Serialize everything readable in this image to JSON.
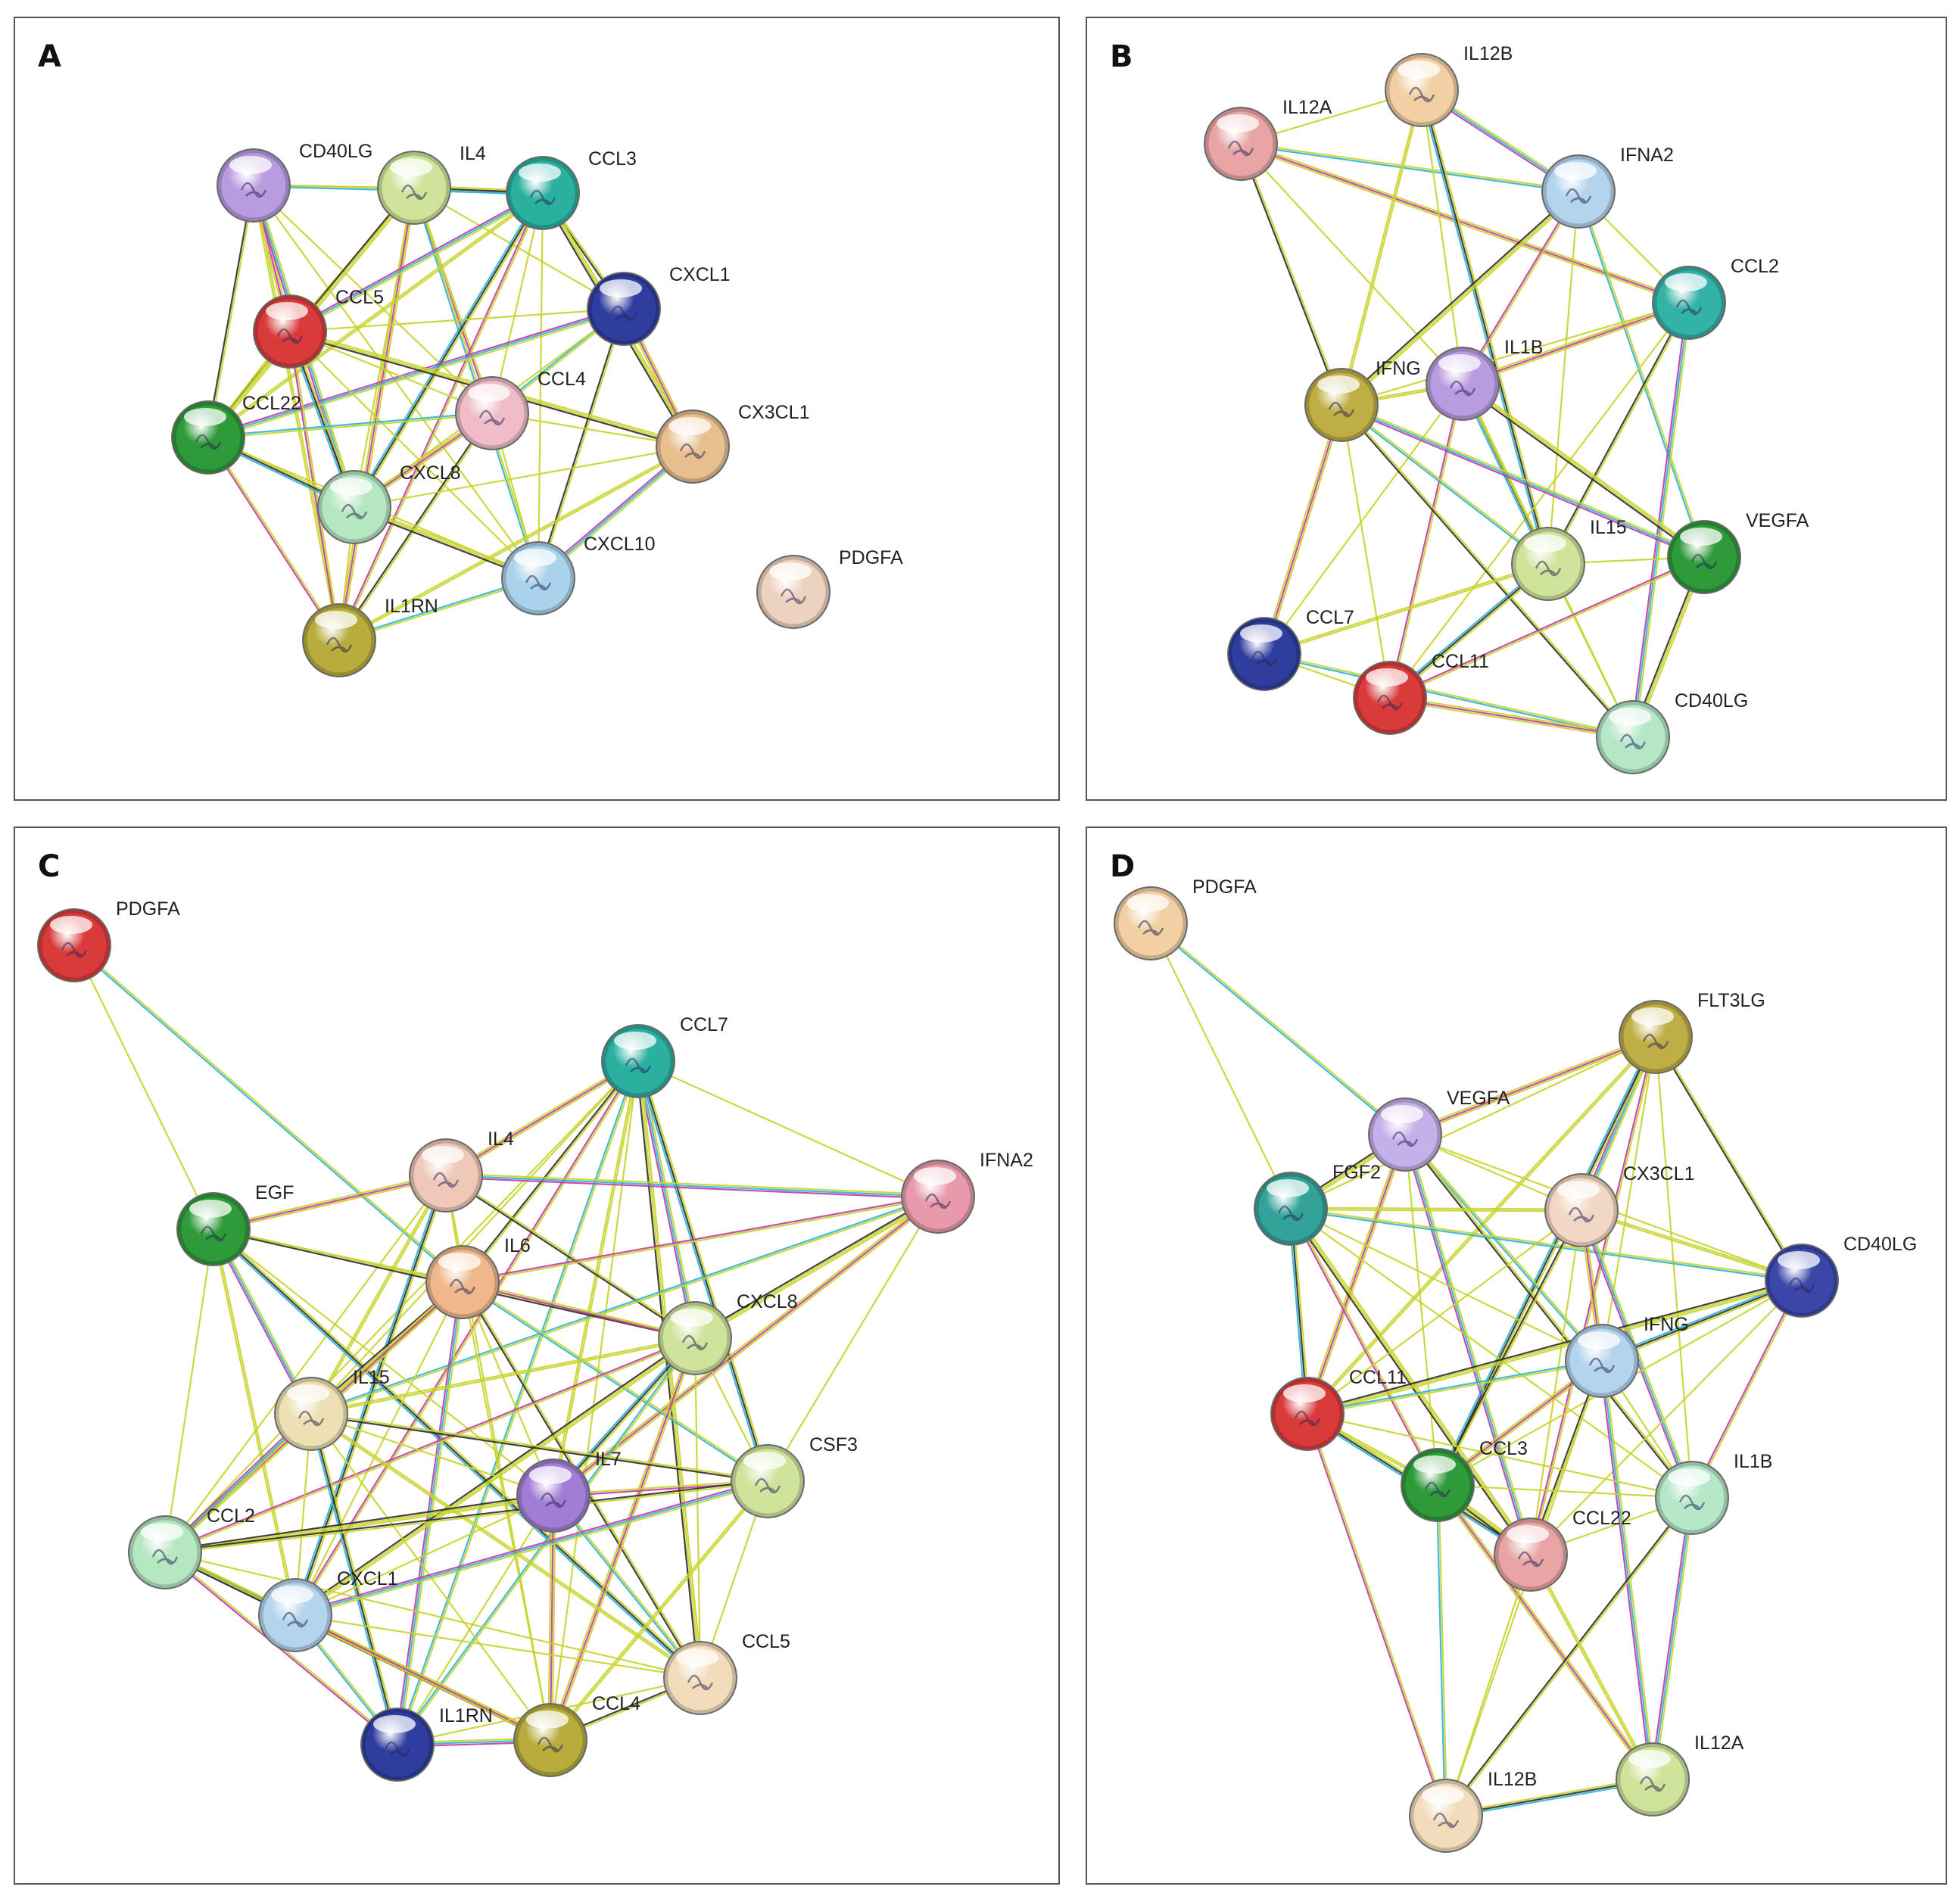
{
  "figure": {
    "panels": [
      {
        "id": "A",
        "letter": "A",
        "nodes": [
          {
            "name": "CD40LG",
            "color": "#b99be0"
          },
          {
            "name": "IL4",
            "color": "#cfe39a"
          },
          {
            "name": "CCL3",
            "color": "#2bb0a0"
          },
          {
            "name": "CXCL1",
            "color": "#2e3d9e"
          },
          {
            "name": "CCL5",
            "color": "#d93b3b"
          },
          {
            "name": "CCL4",
            "color": "#f0bcc8"
          },
          {
            "name": "CX3CL1",
            "color": "#e8c090"
          },
          {
            "name": "CCL22",
            "color": "#2e9a3a"
          },
          {
            "name": "CXCL8",
            "color": "#b5e8c0"
          },
          {
            "name": "CXCL10",
            "color": "#a9d2ec"
          },
          {
            "name": "IL1RN",
            "color": "#b8ac3c"
          },
          {
            "name": "PDGFA",
            "color": "#eed2c0"
          }
        ],
        "edges": [
          [
            "CD40LG",
            "IL4"
          ],
          [
            "CD40LG",
            "CCL3"
          ],
          [
            "CD40LG",
            "CCL5"
          ],
          [
            "CD40LG",
            "CCL4"
          ],
          [
            "CD40LG",
            "CCL22"
          ],
          [
            "CD40LG",
            "CXCL8"
          ],
          [
            "CD40LG",
            "CXCL10"
          ],
          [
            "CD40LG",
            "IL1RN"
          ],
          [
            "IL4",
            "CCL3"
          ],
          [
            "IL4",
            "CCL5"
          ],
          [
            "IL4",
            "CCL4"
          ],
          [
            "IL4",
            "CCL22"
          ],
          [
            "IL4",
            "CXCL8"
          ],
          [
            "IL4",
            "CXCL10"
          ],
          [
            "IL4",
            "IL1RN"
          ],
          [
            "IL4",
            "CXCL1"
          ],
          [
            "CCL3",
            "CXCL1"
          ],
          [
            "CCL3",
            "CCL5"
          ],
          [
            "CCL3",
            "CCL4"
          ],
          [
            "CCL3",
            "CCL22"
          ],
          [
            "CCL3",
            "CXCL8"
          ],
          [
            "CCL3",
            "CXCL10"
          ],
          [
            "CCL3",
            "IL1RN"
          ],
          [
            "CCL3",
            "CX3CL1"
          ],
          [
            "CXCL1",
            "CCL5"
          ],
          [
            "CXCL1",
            "CCL4"
          ],
          [
            "CXCL1",
            "CX3CL1"
          ],
          [
            "CXCL1",
            "CXCL8"
          ],
          [
            "CXCL1",
            "CXCL10"
          ],
          [
            "CXCL1",
            "CCL22"
          ],
          [
            "CCL5",
            "CCL4"
          ],
          [
            "CCL5",
            "CCL22"
          ],
          [
            "CCL5",
            "CXCL8"
          ],
          [
            "CCL5",
            "CXCL10"
          ],
          [
            "CCL5",
            "IL1RN"
          ],
          [
            "CCL5",
            "CX3CL1"
          ],
          [
            "CCL4",
            "CX3CL1"
          ],
          [
            "CCL4",
            "CCL22"
          ],
          [
            "CCL4",
            "CXCL8"
          ],
          [
            "CCL4",
            "CXCL10"
          ],
          [
            "CCL4",
            "IL1RN"
          ],
          [
            "CX3CL1",
            "CXCL10"
          ],
          [
            "CX3CL1",
            "CXCL8"
          ],
          [
            "CX3CL1",
            "IL1RN"
          ],
          [
            "CCL22",
            "CXCL8"
          ],
          [
            "CCL22",
            "CXCL10"
          ],
          [
            "CCL22",
            "IL1RN"
          ],
          [
            "CXCL8",
            "CXCL10"
          ],
          [
            "CXCL8",
            "IL1RN"
          ],
          [
            "CXCL10",
            "IL1RN"
          ]
        ]
      },
      {
        "id": "B",
        "letter": "B",
        "nodes": [
          {
            "name": "IL12B",
            "color": "#f2d0a4"
          },
          {
            "name": "IL12A",
            "color": "#e9a5a5"
          },
          {
            "name": "IFNA2",
            "color": "#b4d4ee"
          },
          {
            "name": "CCL2",
            "color": "#33b3a6"
          },
          {
            "name": "IL1B",
            "color": "#b99be0"
          },
          {
            "name": "IFNG",
            "color": "#bfae46"
          },
          {
            "name": "IL15",
            "color": "#cfe39a"
          },
          {
            "name": "VEGFA",
            "color": "#2e9a3a"
          },
          {
            "name": "CCL7",
            "color": "#2e3d9e"
          },
          {
            "name": "CCL11",
            "color": "#d93b3b"
          },
          {
            "name": "CD40LG",
            "color": "#b5e8c8"
          }
        ],
        "edges": [
          [
            "IL12A",
            "IL12B"
          ],
          [
            "IL12A",
            "IFNA2"
          ],
          [
            "IL12A",
            "CCL2"
          ],
          [
            "IL12A",
            "IL1B"
          ],
          [
            "IL12A",
            "IFNG"
          ],
          [
            "IL12B",
            "IFNA2"
          ],
          [
            "IL12B",
            "IL1B"
          ],
          [
            "IL12B",
            "IFNG"
          ],
          [
            "IL12B",
            "IL15"
          ],
          [
            "IFNA2",
            "CCL2"
          ],
          [
            "IFNA2",
            "IL1B"
          ],
          [
            "IFNA2",
            "IFNG"
          ],
          [
            "IFNA2",
            "IL15"
          ],
          [
            "IFNA2",
            "VEGFA"
          ],
          [
            "CCL2",
            "IL1B"
          ],
          [
            "CCL2",
            "IFNG"
          ],
          [
            "CCL2",
            "IL15"
          ],
          [
            "CCL2",
            "CD40LG"
          ],
          [
            "CCL2",
            "CCL11"
          ],
          [
            "IL1B",
            "IFNG"
          ],
          [
            "IL1B",
            "IL15"
          ],
          [
            "IL1B",
            "CCL7"
          ],
          [
            "IL1B",
            "CCL11"
          ],
          [
            "IL1B",
            "VEGFA"
          ],
          [
            "IL1B",
            "CD40LG"
          ],
          [
            "IFNG",
            "IL15"
          ],
          [
            "IFNG",
            "CCL7"
          ],
          [
            "IFNG",
            "CCL11"
          ],
          [
            "IFNG",
            "CD40LG"
          ],
          [
            "IFNG",
            "VEGFA"
          ],
          [
            "IL15",
            "VEGFA"
          ],
          [
            "IL15",
            "CCL7"
          ],
          [
            "IL15",
            "CCL11"
          ],
          [
            "IL15",
            "CD40LG"
          ],
          [
            "VEGFA",
            "CCL11"
          ],
          [
            "VEGFA",
            "CD40LG"
          ],
          [
            "CCL7",
            "CCL11"
          ],
          [
            "CCL7",
            "CD40LG"
          ],
          [
            "CCL11",
            "CD40LG"
          ]
        ]
      },
      {
        "id": "C",
        "letter": "C",
        "nodes": [
          {
            "name": "PDGFA",
            "color": "#d93b3b"
          },
          {
            "name": "CCL7",
            "color": "#2bb0a0"
          },
          {
            "name": "IL4",
            "color": "#f0c8b8"
          },
          {
            "name": "IFNA2",
            "color": "#e89aaa"
          },
          {
            "name": "EGF",
            "color": "#2e9a3a"
          },
          {
            "name": "IL6",
            "color": "#f0b88a"
          },
          {
            "name": "CXCL8",
            "color": "#cfe39a"
          },
          {
            "name": "IL15",
            "color": "#ece0b4"
          },
          {
            "name": "IL7",
            "color": "#a27dd6"
          },
          {
            "name": "CSF3",
            "color": "#cfe39a"
          },
          {
            "name": "CCL2",
            "color": "#b5e8c0"
          },
          {
            "name": "CXCL1",
            "color": "#b4d4ee"
          },
          {
            "name": "CCL5",
            "color": "#f2dcbc"
          },
          {
            "name": "IL1RN",
            "color": "#2e3d9e"
          },
          {
            "name": "CCL4",
            "color": "#b8ac3c"
          }
        ],
        "edges": [
          [
            "PDGFA",
            "EGF"
          ],
          [
            "PDGFA",
            "IL6"
          ],
          [
            "CCL7",
            "IL4"
          ],
          [
            "CCL7",
            "IFNA2"
          ],
          [
            "CCL7",
            "IL6"
          ],
          [
            "CCL7",
            "CXCL8"
          ],
          [
            "CCL7",
            "IL15"
          ],
          [
            "CCL7",
            "IL7"
          ],
          [
            "CCL7",
            "CSF3"
          ],
          [
            "CCL7",
            "CCL2"
          ],
          [
            "CCL7",
            "CXCL1"
          ],
          [
            "CCL7",
            "CCL5"
          ],
          [
            "CCL7",
            "CCL4"
          ],
          [
            "CCL7",
            "IL1RN"
          ],
          [
            "IL4",
            "EGF"
          ],
          [
            "IL4",
            "IL6"
          ],
          [
            "IL4",
            "CXCL8"
          ],
          [
            "IL4",
            "IFNA2"
          ],
          [
            "IL4",
            "CCL2"
          ],
          [
            "IL4",
            "IL15"
          ],
          [
            "IL4",
            "CXCL1"
          ],
          [
            "IL4",
            "CCL4"
          ],
          [
            "IFNA2",
            "IL6"
          ],
          [
            "IFNA2",
            "CXCL8"
          ],
          [
            "IFNA2",
            "CSF3"
          ],
          [
            "IFNA2",
            "IL15"
          ],
          [
            "IFNA2",
            "IL7"
          ],
          [
            "EGF",
            "IL6"
          ],
          [
            "EGF",
            "CXCL8"
          ],
          [
            "EGF",
            "IL15"
          ],
          [
            "EGF",
            "CCL2"
          ],
          [
            "EGF",
            "CXCL1"
          ],
          [
            "EGF",
            "CCL5"
          ],
          [
            "EGF",
            "IL7"
          ],
          [
            "IL6",
            "CXCL8"
          ],
          [
            "IL6",
            "IL15"
          ],
          [
            "IL6",
            "IL7"
          ],
          [
            "IL6",
            "CSF3"
          ],
          [
            "IL6",
            "CCL2"
          ],
          [
            "IL6",
            "CXCL1"
          ],
          [
            "IL6",
            "CCL5"
          ],
          [
            "IL6",
            "IL1RN"
          ],
          [
            "IL6",
            "CCL4"
          ],
          [
            "CXCL8",
            "IL15"
          ],
          [
            "CXCL8",
            "IL7"
          ],
          [
            "CXCL8",
            "CSF3"
          ],
          [
            "CXCL8",
            "CCL2"
          ],
          [
            "CXCL8",
            "CXCL1"
          ],
          [
            "CXCL8",
            "CCL5"
          ],
          [
            "CXCL8",
            "IL1RN"
          ],
          [
            "CXCL8",
            "CCL4"
          ],
          [
            "IL15",
            "IL7"
          ],
          [
            "IL15",
            "CSF3"
          ],
          [
            "IL15",
            "CCL2"
          ],
          [
            "IL15",
            "CXCL1"
          ],
          [
            "IL15",
            "CCL5"
          ],
          [
            "IL15",
            "IL1RN"
          ],
          [
            "IL15",
            "CCL4"
          ],
          [
            "IL7",
            "CSF3"
          ],
          [
            "IL7",
            "CCL2"
          ],
          [
            "IL7",
            "CXCL1"
          ],
          [
            "IL7",
            "CCL5"
          ],
          [
            "IL7",
            "CCL4"
          ],
          [
            "IL7",
            "IL1RN"
          ],
          [
            "CSF3",
            "CCL2"
          ],
          [
            "CSF3",
            "CXCL1"
          ],
          [
            "CSF3",
            "CCL5"
          ],
          [
            "CSF3",
            "CCL4"
          ],
          [
            "CCL2",
            "CXCL1"
          ],
          [
            "CCL2",
            "CCL5"
          ],
          [
            "CCL2",
            "IL1RN"
          ],
          [
            "CCL2",
            "CCL4"
          ],
          [
            "CXCL1",
            "CCL5"
          ],
          [
            "CXCL1",
            "IL1RN"
          ],
          [
            "CXCL1",
            "CCL4"
          ],
          [
            "CCL5",
            "IL1RN"
          ],
          [
            "CCL5",
            "CCL4"
          ],
          [
            "IL1RN",
            "CCL4"
          ]
        ]
      },
      {
        "id": "D",
        "letter": "D",
        "nodes": [
          {
            "name": "PDGFA",
            "color": "#f2d0a4"
          },
          {
            "name": "FLT3LG",
            "color": "#bfae46"
          },
          {
            "name": "VEGFA",
            "color": "#c5b0ea"
          },
          {
            "name": "FGF2",
            "color": "#33a39a"
          },
          {
            "name": "CX3CL1",
            "color": "#f2d8c4"
          },
          {
            "name": "CD40LG",
            "color": "#3a46a8"
          },
          {
            "name": "IFNG",
            "color": "#b4d4ee"
          },
          {
            "name": "CCL11",
            "color": "#d93b3b"
          },
          {
            "name": "CCL3",
            "color": "#2e9a3a"
          },
          {
            "name": "IL1B",
            "color": "#b5e8c8"
          },
          {
            "name": "CCL22",
            "color": "#e9a5a5"
          },
          {
            "name": "IL12B",
            "color": "#f2dcbc"
          },
          {
            "name": "IL12A",
            "color": "#cfe39a"
          }
        ],
        "edges": [
          [
            "PDGFA",
            "FGF2"
          ],
          [
            "PDGFA",
            "VEGFA"
          ],
          [
            "FLT3LG",
            "VEGFA"
          ],
          [
            "FLT3LG",
            "FGF2"
          ],
          [
            "FLT3LG",
            "CD40LG"
          ],
          [
            "FLT3LG",
            "CX3CL1"
          ],
          [
            "FLT3LG",
            "IFNG"
          ],
          [
            "FLT3LG",
            "CCL11"
          ],
          [
            "FLT3LG",
            "CCL3"
          ],
          [
            "FLT3LG",
            "IL1B"
          ],
          [
            "FLT3LG",
            "CCL22"
          ],
          [
            "VEGFA",
            "FGF2"
          ],
          [
            "VEGFA",
            "CX3CL1"
          ],
          [
            "VEGFA",
            "IFNG"
          ],
          [
            "VEGFA",
            "CCL11"
          ],
          [
            "VEGFA",
            "CCL3"
          ],
          [
            "VEGFA",
            "IL1B"
          ],
          [
            "VEGFA",
            "CCL22"
          ],
          [
            "VEGFA",
            "CD40LG"
          ],
          [
            "FGF2",
            "CX3CL1"
          ],
          [
            "FGF2",
            "CCL11"
          ],
          [
            "FGF2",
            "IFNG"
          ],
          [
            "FGF2",
            "CCL3"
          ],
          [
            "FGF2",
            "CCL22"
          ],
          [
            "FGF2",
            "IL1B"
          ],
          [
            "FGF2",
            "CD40LG"
          ],
          [
            "CX3CL1",
            "IFNG"
          ],
          [
            "CX3CL1",
            "CCL11"
          ],
          [
            "CX3CL1",
            "CCL3"
          ],
          [
            "CX3CL1",
            "IL1B"
          ],
          [
            "CX3CL1",
            "CCL22"
          ],
          [
            "CX3CL1",
            "CD40LG"
          ],
          [
            "CD40LG",
            "IFNG"
          ],
          [
            "CD40LG",
            "CCL3"
          ],
          [
            "CD40LG",
            "IL1B"
          ],
          [
            "CD40LG",
            "CCL11"
          ],
          [
            "CD40LG",
            "CCL22"
          ],
          [
            "IFNG",
            "CCL11"
          ],
          [
            "IFNG",
            "CCL3"
          ],
          [
            "IFNG",
            "IL1B"
          ],
          [
            "IFNG",
            "CCL22"
          ],
          [
            "IFNG",
            "IL12A"
          ],
          [
            "IFNG",
            "IL12B"
          ],
          [
            "CCL11",
            "CCL3"
          ],
          [
            "CCL11",
            "CCL22"
          ],
          [
            "CCL11",
            "IL1B"
          ],
          [
            "CCL11",
            "IL12B"
          ],
          [
            "CCL3",
            "CCL22"
          ],
          [
            "CCL3",
            "IL1B"
          ],
          [
            "CCL3",
            "IL12B"
          ],
          [
            "CCL3",
            "IL12A"
          ],
          [
            "IL1B",
            "CCL22"
          ],
          [
            "IL1B",
            "IL12B"
          ],
          [
            "IL1B",
            "IL12A"
          ],
          [
            "CCL22",
            "IL12B"
          ],
          [
            "CCL22",
            "IL12A"
          ],
          [
            "IL12B",
            "IL12A"
          ]
        ]
      }
    ],
    "edge_colors": [
      "#c8d42a",
      "#2c2c2c",
      "#2bb5d6",
      "#c23aa8"
    ]
  }
}
